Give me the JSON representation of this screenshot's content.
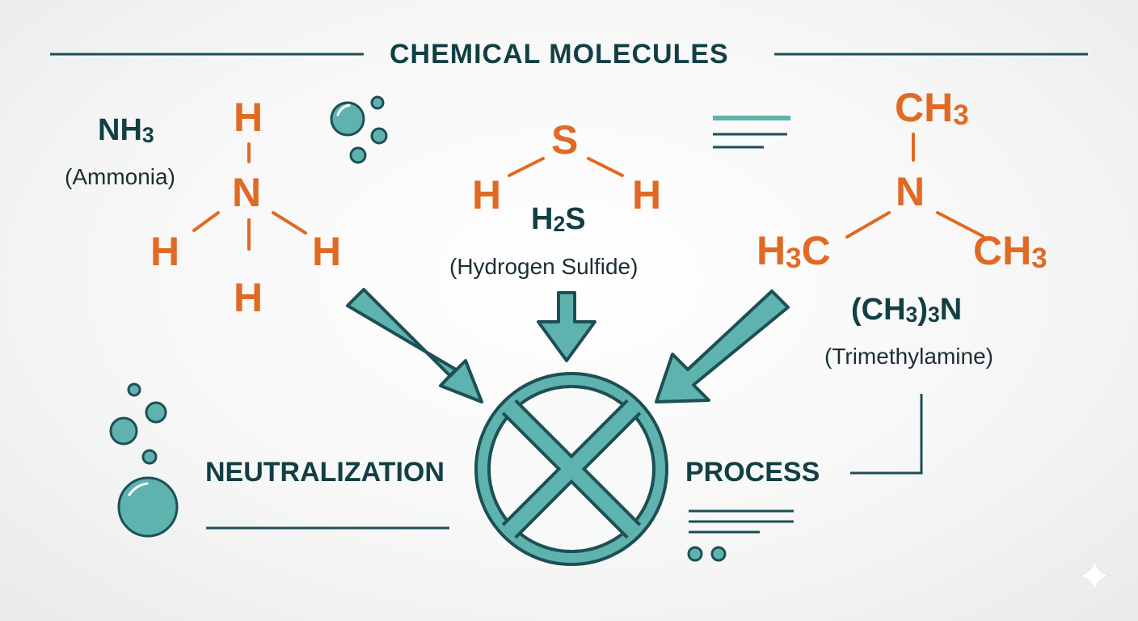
{
  "title": "CHEMICAL MOLECULES",
  "colors": {
    "accent": "#5fb3ae",
    "dark": "#123f44",
    "atom": "#e06a24"
  },
  "ammonia": {
    "formula_main": "NH",
    "formula_sub": "3",
    "name": "(Ammonia)",
    "atoms": {
      "center": "N",
      "top": "H",
      "left": "H",
      "right": "H",
      "bottom": "H"
    }
  },
  "hydrogen_sulfide": {
    "formula_pre": "H",
    "formula_sub": "2",
    "formula_post": "S",
    "name": "(Hydrogen Sulfide)",
    "atoms": {
      "center": "S",
      "left": "H",
      "right": "H"
    }
  },
  "trimethylamine": {
    "formula_open": "(CH",
    "formula_sub1": "3",
    "formula_mid": ")",
    "formula_sub2": "3",
    "formula_end": "N",
    "name": "(Trimethylamine)",
    "atoms": {
      "center": "N",
      "top": "CH",
      "top_sub": "3",
      "left_pre": "H",
      "left_sub": "3",
      "left_post": "C",
      "right": "CH",
      "right_sub": "3"
    }
  },
  "labels": {
    "left": "NEUTRALIZATION",
    "right": "PROCESS"
  },
  "icons": [
    "bubbles-icon",
    "down-arrow-icon",
    "neutralization-symbol-icon",
    "sparkle-icon"
  ]
}
